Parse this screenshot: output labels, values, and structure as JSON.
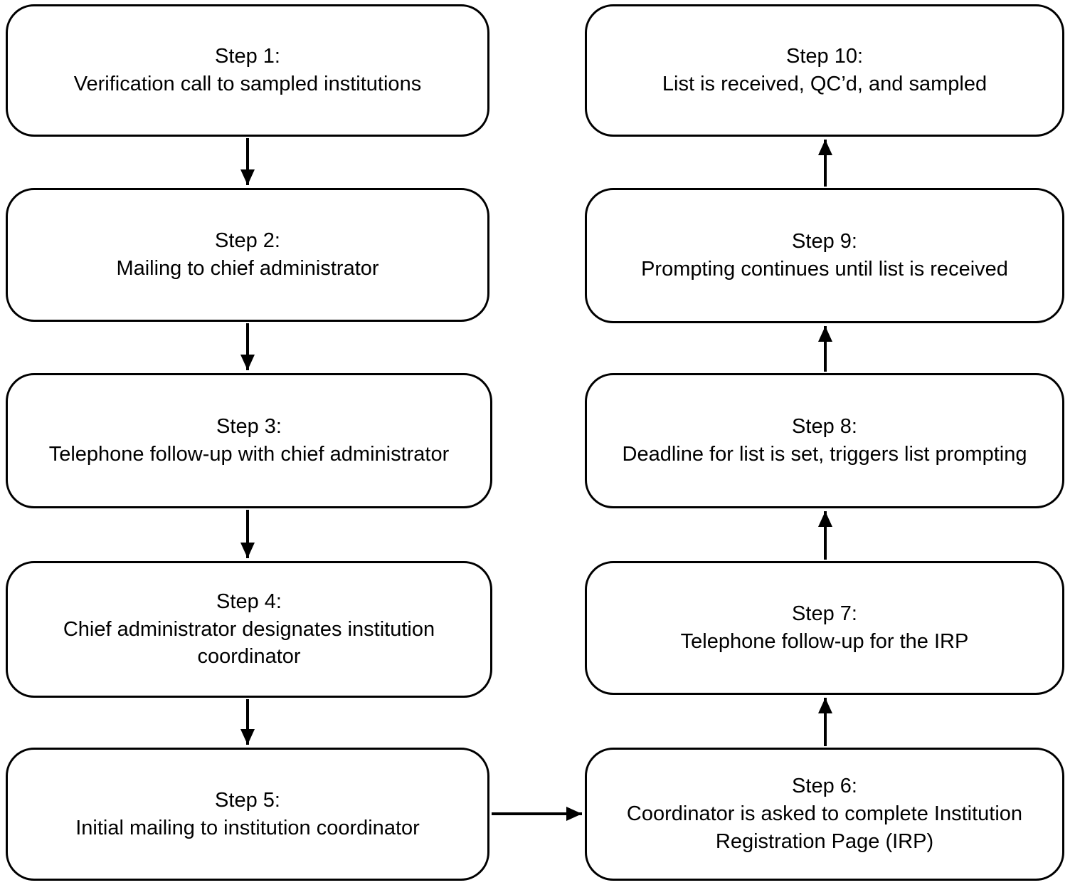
{
  "diagram": {
    "type": "flowchart",
    "colors": {
      "background": "#ffffff",
      "box_fill": "#ffffff",
      "box_border": "#000000",
      "arrow": "#000000",
      "text": "#000000"
    },
    "steps": [
      {
        "title": "Step 1:",
        "text": "Verification call to sampled institutions"
      },
      {
        "title": "Step 2:",
        "text": "Mailing to chief administrator"
      },
      {
        "title": "Step 3:",
        "text": "Telephone follow-up with chief administrator"
      },
      {
        "title": "Step 4:",
        "text": "Chief administrator designates institution coordinator"
      },
      {
        "title": "Step 5:",
        "text": "Initial mailing to institution coordinator"
      },
      {
        "title": "Step 6:",
        "text": "Coordinator is asked to complete Institution Registration Page (IRP)"
      },
      {
        "title": "Step 7:",
        "text": "Telephone follow-up for the IRP"
      },
      {
        "title": "Step 8:",
        "text": "Deadline for list is set, triggers list prompting"
      },
      {
        "title": "Step 9:",
        "text": "Prompting continues until list is received"
      },
      {
        "title": "Step 10:",
        "text": "List is received, QC’d, and sampled"
      }
    ],
    "flow": [
      "step-1 -> step-2",
      "step-2 -> step-3",
      "step-3 -> step-4",
      "step-4 -> step-5",
      "step-5 -> step-6",
      "step-6 -> step-7",
      "step-7 -> step-8",
      "step-8 -> step-9",
      "step-9 -> step-10"
    ]
  }
}
